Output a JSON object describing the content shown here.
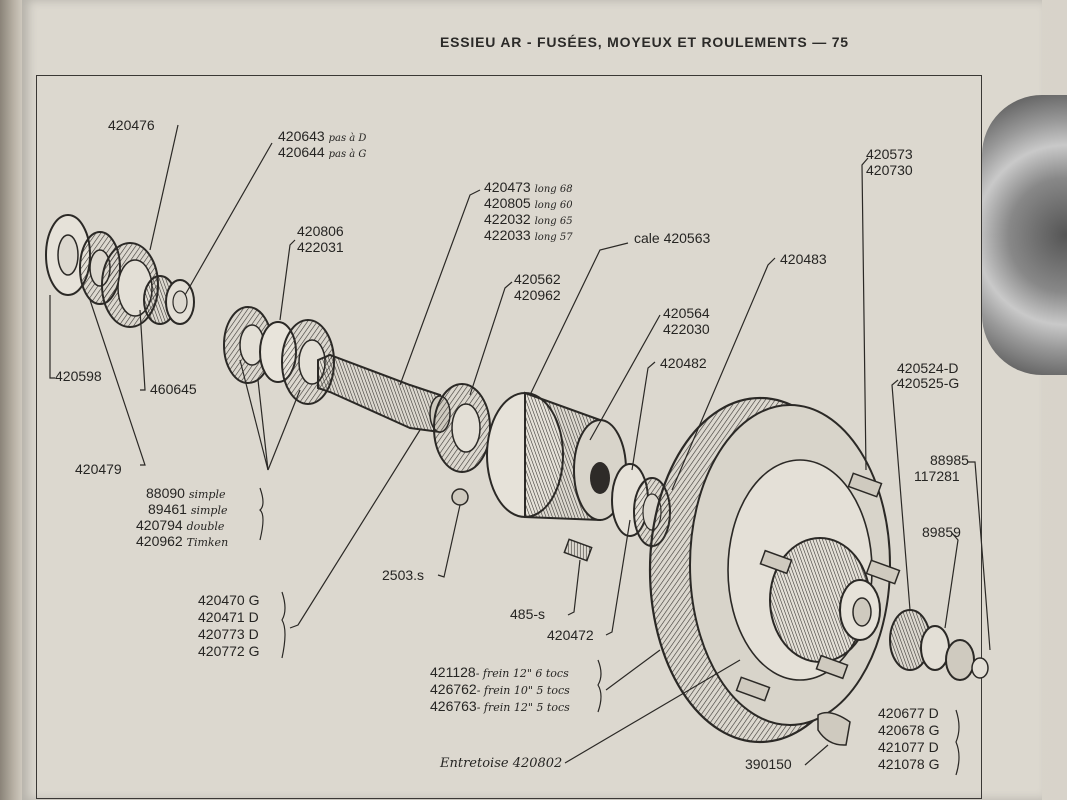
{
  "header": {
    "title": "ESSIEU AR - FUSÉES, MOYEUX ET ROULEMENTS — 75"
  },
  "labels": {
    "l420476": "420476",
    "l420643": "420643",
    "l420643_note": "pas à D",
    "l420644": "420644",
    "l420644_note": "pas à G",
    "l420806": "420806",
    "l422031": "422031",
    "l420473": "420473",
    "l420473_note": "long 68",
    "l420805": "420805",
    "l420805_note": "long 60",
    "l422032": "422032",
    "l422032_note": "long 65",
    "l422033": "422033",
    "l422033_note": "long 57",
    "cale": "cale 420563",
    "l420573": "420573",
    "l420730": "420730",
    "l420483": "420483",
    "l420562": "420562",
    "l420962a": "420962",
    "l420564": "420564",
    "l422030": "422030",
    "l420482": "420482",
    "l420598": "420598",
    "l460645": "460645",
    "l420479": "420479",
    "l420524": "420524-D",
    "l420525": "420525-G",
    "l88985": "88985",
    "l117281": "117281",
    "l89859": "89859",
    "b88090": "88090",
    "b88090_note": "simple",
    "b89461": "89461",
    "b89461_note": "simple",
    "b420794": "420794",
    "b420794_note": "double",
    "b420962": "420962",
    "b420962_note": "Timken",
    "l2503": "2503.s",
    "l485": "485-s",
    "l420472": "420472",
    "s420470": "420470 G",
    "s420471": "420471 D",
    "s420773": "420773 D",
    "s420772": "420772 G",
    "f421128": "421128",
    "f421128_note": "- frein 12\" 6 tocs",
    "f426762": "426762",
    "f426762_note": "- frein 10\" 5 tocs",
    "f426763": "426763",
    "f426763_note": "- frein 12\" 5 tocs",
    "entretoise": "Entretoise 420802",
    "l390150": "390150",
    "r420677": "420677 D",
    "r420678": "420678 G",
    "r421077": "421077 D",
    "r421078": "421078 G"
  }
}
